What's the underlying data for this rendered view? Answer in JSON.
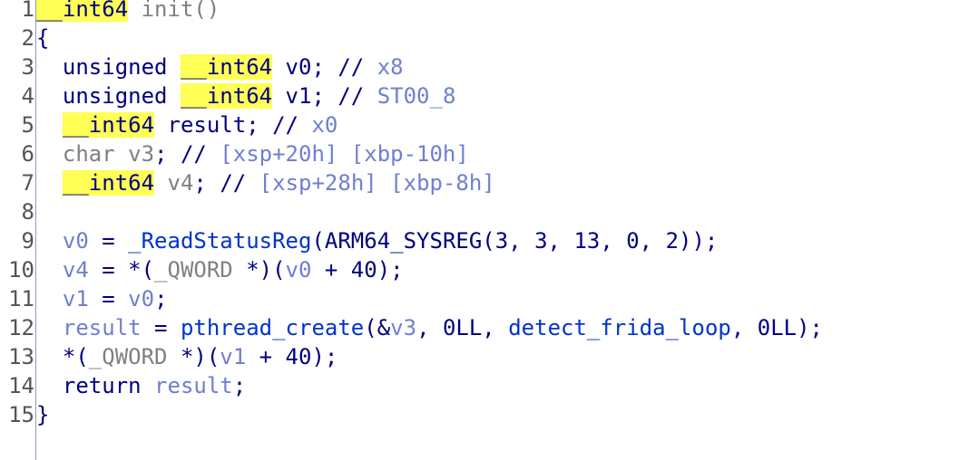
{
  "editor": {
    "lines": [
      {
        "no": "1",
        "tokens": [
          {
            "t": "__int64",
            "c": "type"
          },
          {
            "t": " init()",
            "c": "var-gray"
          }
        ]
      },
      {
        "no": "2",
        "tokens": [
          {
            "t": "{",
            "c": "punct"
          }
        ]
      },
      {
        "no": "3",
        "tokens": [
          {
            "t": "  unsigned ",
            "c": "kw"
          },
          {
            "t": "__int64",
            "c": "type"
          },
          {
            "t": " v0; // ",
            "c": "plain"
          },
          {
            "t": "x8",
            "c": "cm"
          }
        ]
      },
      {
        "no": "4",
        "tokens": [
          {
            "t": "  unsigned ",
            "c": "kw"
          },
          {
            "t": "__int64",
            "c": "type"
          },
          {
            "t": " v1; // ",
            "c": "plain"
          },
          {
            "t": "ST00_8",
            "c": "cm"
          }
        ]
      },
      {
        "no": "5",
        "tokens": [
          {
            "t": "  ",
            "c": "plain"
          },
          {
            "t": "__int64",
            "c": "type"
          },
          {
            "t": " result; // ",
            "c": "plain"
          },
          {
            "t": "x0",
            "c": "cm"
          }
        ]
      },
      {
        "no": "6",
        "tokens": [
          {
            "t": "  char v3",
            "c": "var-gray"
          },
          {
            "t": "; // ",
            "c": "plain"
          },
          {
            "t": "[xsp+20h] [xbp-10h]",
            "c": "cm"
          }
        ]
      },
      {
        "no": "7",
        "tokens": [
          {
            "t": "  ",
            "c": "plain"
          },
          {
            "t": "__int64",
            "c": "type"
          },
          {
            "t": " v4",
            "c": "var-gray"
          },
          {
            "t": "; // ",
            "c": "plain"
          },
          {
            "t": "[xsp+28h] [xbp-8h]",
            "c": "cm"
          }
        ]
      },
      {
        "no": "8",
        "tokens": [
          {
            "t": "",
            "c": "plain"
          }
        ]
      },
      {
        "no": "9",
        "tokens": [
          {
            "t": "  v0",
            "c": "var-light"
          },
          {
            "t": " = ",
            "c": "plain"
          },
          {
            "t": "_ReadStatusReg",
            "c": "fn"
          },
          {
            "t": "(ARM64_SYSREG(3, 3, 13, 0, 2));",
            "c": "plain"
          }
        ]
      },
      {
        "no": "10",
        "tokens": [
          {
            "t": "  v4",
            "c": "var-light"
          },
          {
            "t": " = *(",
            "c": "plain"
          },
          {
            "t": "_QWORD",
            "c": "var-gray"
          },
          {
            "t": " *)(",
            "c": "plain"
          },
          {
            "t": "v0",
            "c": "var-light"
          },
          {
            "t": " + 40);",
            "c": "plain"
          }
        ]
      },
      {
        "no": "11",
        "tokens": [
          {
            "t": "  v1",
            "c": "var-light"
          },
          {
            "t": " = ",
            "c": "plain"
          },
          {
            "t": "v0",
            "c": "var-light"
          },
          {
            "t": ";",
            "c": "plain"
          }
        ]
      },
      {
        "no": "12",
        "tokens": [
          {
            "t": "  result",
            "c": "var-light"
          },
          {
            "t": " = ",
            "c": "plain"
          },
          {
            "t": "pthread_create",
            "c": "fn"
          },
          {
            "t": "(&",
            "c": "plain"
          },
          {
            "t": "v3",
            "c": "var-light"
          },
          {
            "t": ", 0LL, ",
            "c": "plain"
          },
          {
            "t": "detect_frida_loop",
            "c": "fn"
          },
          {
            "t": ", 0LL);",
            "c": "plain"
          }
        ]
      },
      {
        "no": "13",
        "tokens": [
          {
            "t": "  *(",
            "c": "plain"
          },
          {
            "t": "_QWORD",
            "c": "var-gray"
          },
          {
            "t": " *)(",
            "c": "plain"
          },
          {
            "t": "v1",
            "c": "var-light"
          },
          {
            "t": " + 40);",
            "c": "plain"
          }
        ]
      },
      {
        "no": "14",
        "tokens": [
          {
            "t": "  return ",
            "c": "kw"
          },
          {
            "t": "result",
            "c": "var-light"
          },
          {
            "t": ";",
            "c": "plain"
          }
        ]
      },
      {
        "no": "15",
        "tokens": [
          {
            "t": "}",
            "c": "punct"
          }
        ]
      }
    ]
  }
}
